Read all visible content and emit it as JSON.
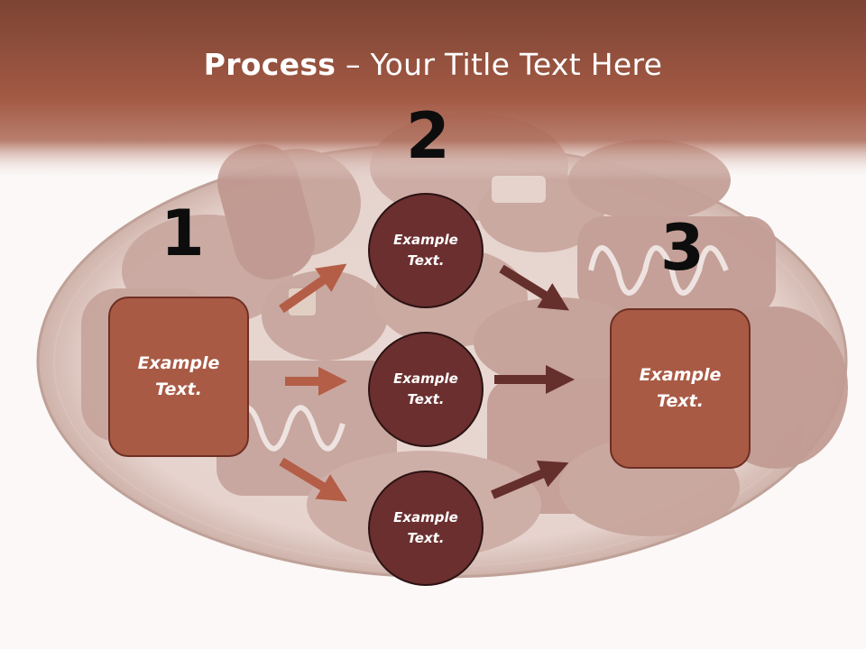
{
  "title": {
    "bold": "Process",
    "rest": " – Your Title Text Here"
  },
  "steps": [
    {
      "number": "1",
      "label": "Example Text."
    },
    {
      "number": "2",
      "labels": [
        "Example Text.",
        "Example Text.",
        "Example Text."
      ]
    },
    {
      "number": "3",
      "label": "Example Text."
    }
  ],
  "colors": {
    "header": "#8a4838",
    "box": "#a85a45",
    "circle": "#6b2f2f",
    "arrow_light": "#b45e47",
    "arrow_dark": "#652f2c"
  }
}
